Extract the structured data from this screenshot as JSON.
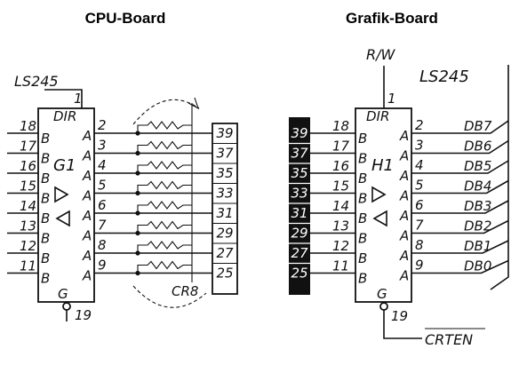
{
  "titles": {
    "left": "CPU-Board",
    "right": "Grafik-Board"
  },
  "cpu_board": {
    "chip_part": "LS245",
    "chip_name": "G1",
    "dir_label": "DIR",
    "dir_pin": "1",
    "g_label": "G",
    "g_pin": "19",
    "b_label": "B",
    "a_label": "A",
    "b_pins": [
      "18",
      "17",
      "16",
      "15",
      "14",
      "13",
      "12",
      "11"
    ],
    "a_pins": [
      "2",
      "3",
      "4",
      "5",
      "6",
      "7",
      "8",
      "9"
    ],
    "connector_pins": [
      "39",
      "37",
      "35",
      "33",
      "31",
      "29",
      "27",
      "25"
    ],
    "resistor_label": "CR8"
  },
  "grafik_board": {
    "chip_part": "LS245",
    "chip_name": "H1",
    "dir_label": "DIR",
    "dir_pin": "1",
    "dir_signal": "R/W",
    "g_label": "G",
    "g_pin": "19",
    "g_signal": "CRTEN",
    "b_label": "B",
    "a_label": "A",
    "connector_pins": [
      "39",
      "37",
      "35",
      "33",
      "31",
      "29",
      "27",
      "25"
    ],
    "b_pins": [
      "18",
      "17",
      "16",
      "15",
      "14",
      "13",
      "12",
      "11"
    ],
    "a_pins": [
      "2",
      "3",
      "4",
      "5",
      "6",
      "7",
      "8",
      "9"
    ],
    "data_bus": [
      "DB7",
      "DB6",
      "DB5",
      "DB4",
      "DB3",
      "DB2",
      "DB1",
      "DB0"
    ]
  }
}
